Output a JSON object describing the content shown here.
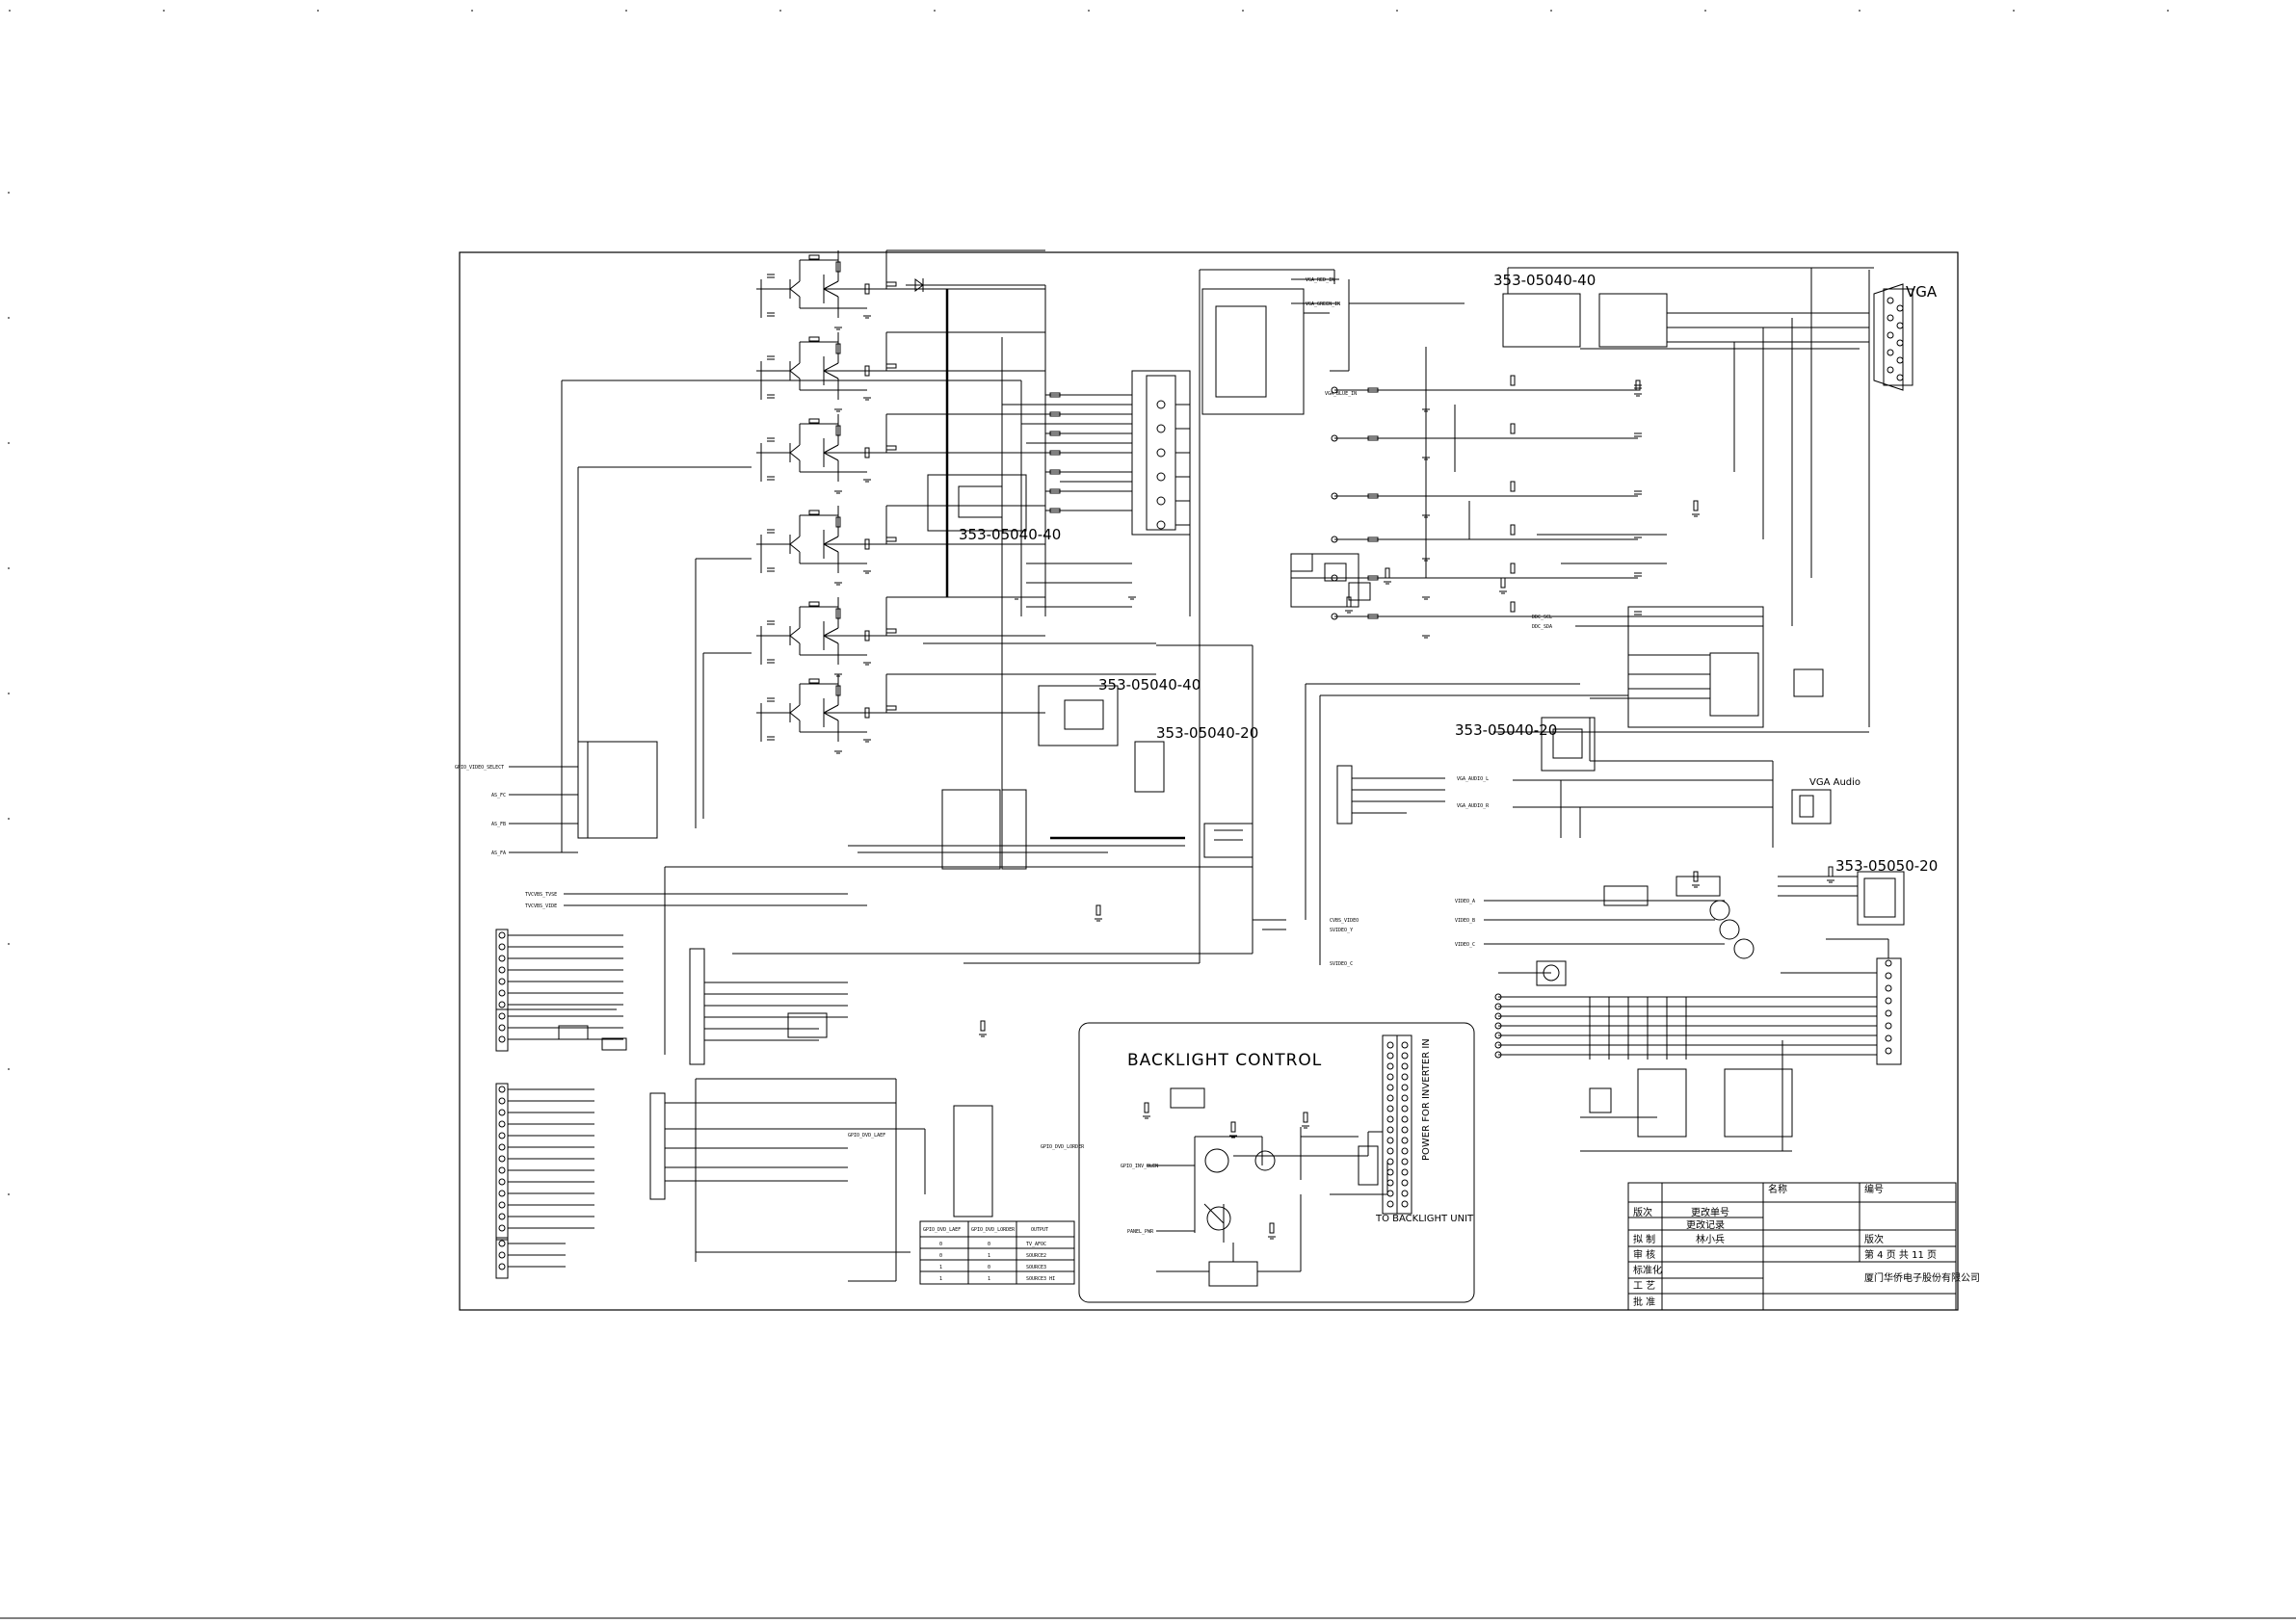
{
  "sheet": {
    "module_labels": [
      "353-05040-40",
      "353-05040-40",
      "353-05040-40",
      "353-05040-20",
      "353-05040-20",
      "353-05050-20"
    ],
    "backlight": {
      "title": "BACKLIGHT CONTROL",
      "to_unit": "TO BACKLIGHT UNIT",
      "power_label": "POWER FOR INVERTER IN"
    },
    "vga_label": "VGA",
    "vga_audio_label": "VGA Audio",
    "truth_table": {
      "headers": [
        "GPIO_DVD_LAEF",
        "GPIO_DVD_LORDER",
        "OUTPUT"
      ],
      "rows": [
        [
          "0",
          "0",
          "TV_AFOC"
        ],
        [
          "0",
          "1",
          "SOURCE2"
        ],
        [
          "1",
          "0",
          "SOURCE3"
        ],
        [
          "1",
          "1",
          "SOURCE3 HI"
        ]
      ]
    },
    "title_block": {
      "name_label": "名称",
      "number_label": "编号",
      "version_label": "版次",
      "change_no_label": "更改单号",
      "change_record_label": "更改记录",
      "drafter_label": "拟 制",
      "drafter_name": "林小兵",
      "checker_label": "审 核",
      "standard_label": "标准化",
      "process_label": "工 艺",
      "approve_label": "批 准",
      "version_row_label": "版次",
      "page_text": "第 4 页  共 11 页",
      "company": "厦门华侨电子股份有限公司"
    },
    "net_labels": [
      "GPIO_VIDEO_SELECT",
      "AS_FC",
      "AS_FB",
      "AS_FA",
      "TVCVBS_TVSE",
      "TVCVBS_VIDE",
      "CVBS_VIDEO",
      "SVIDEO_Y",
      "SVIDEO_C",
      "GPIO_DVD_LAEF",
      "GPIO_DVD_LORDER",
      "GPIO_INV_BLEN",
      "PANEL_PWR",
      "VGA_RED_IN",
      "VGA_GREEN_IN",
      "VGA_BLUE_IN",
      "VGA_AUDIO_L",
      "VGA_AUDIO_R",
      "VIDEO_A",
      "VIDEO_B",
      "VIDEO_C",
      "DDC_SCL",
      "DDC_SDA"
    ],
    "icons": [
      "connector-pin-icon",
      "ground-icon",
      "capacitor-icon",
      "resistor-icon"
    ]
  }
}
